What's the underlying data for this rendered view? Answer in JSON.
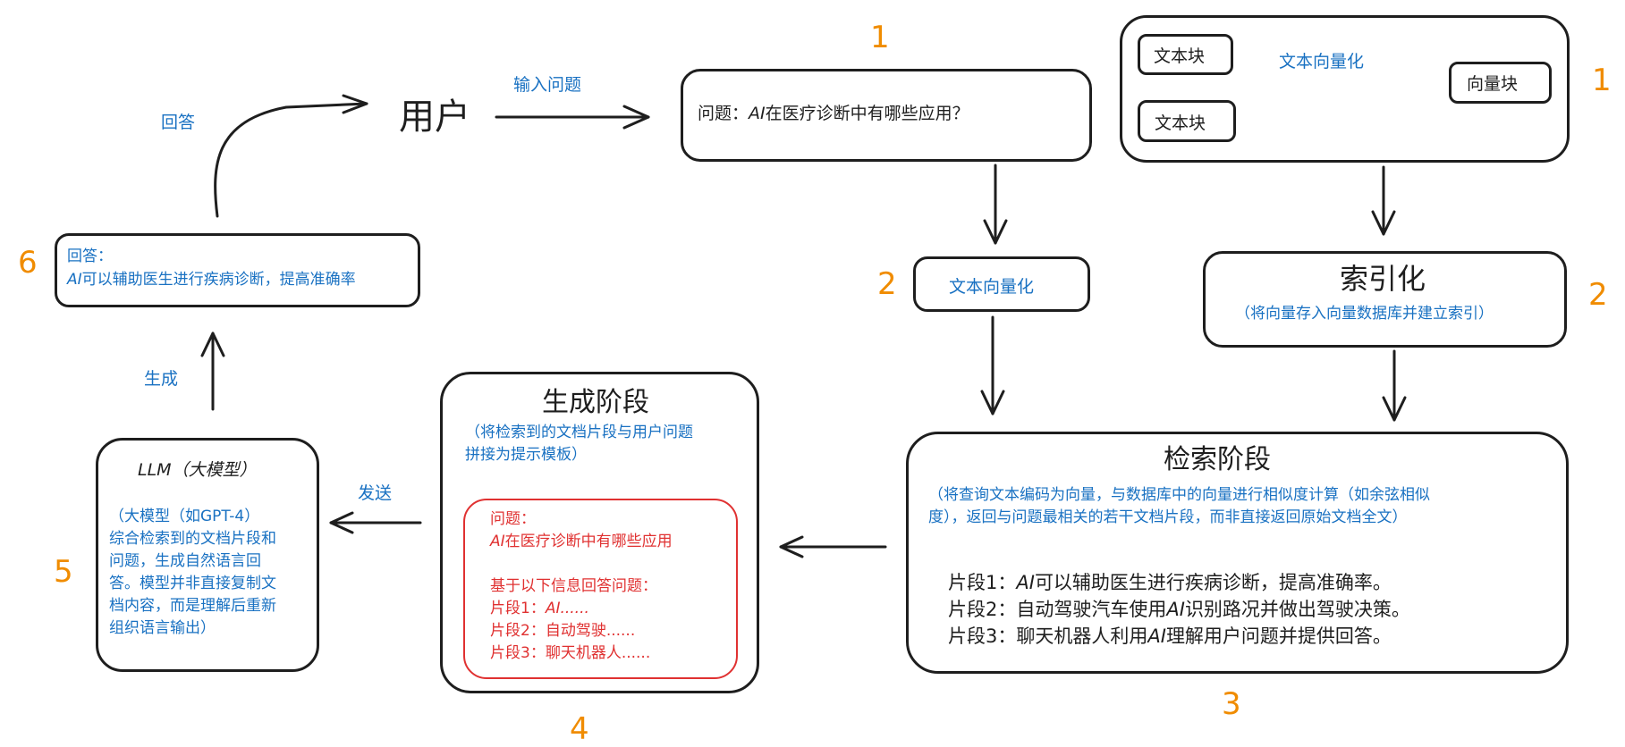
{
  "colors": {
    "stroke": "#1e1e1e",
    "blue": "#1971c2",
    "orange": "#f08c00",
    "red": "#e03131"
  },
  "user": {
    "label": "用户"
  },
  "edges": {
    "input_question": "输入问题",
    "answer": "回答",
    "generate": "生成",
    "send": "发送",
    "vectorize": "文本向量化"
  },
  "question_box": {
    "prefix": "问题：",
    "ai": "AI",
    "rest": "在医疗诊断中有哪些应用？"
  },
  "step_labels": {
    "question": "1",
    "indexing_top": "1",
    "vectorize": "2",
    "index": "2",
    "retrieval": "3",
    "generation": "4",
    "llm": "5",
    "answer": "6"
  },
  "indexing": {
    "chunk1": "文本块",
    "chunk2": "文本块",
    "arrow_label": "文本向量化",
    "vector_chunk": "向量块"
  },
  "vectorize_box": {
    "label": "文本向量化"
  },
  "index_box": {
    "title": "索引化",
    "desc": "（将向量存入向量数据库并建立索引）"
  },
  "retrieval": {
    "title": "检索阶段",
    "desc_line1": "（将查询文本编码为向量，与数据库中的向量进行相似度计算（如余弦相似",
    "desc_line2": "度），返回与问题最相关的若干文档片段，而非直接返回原始文档全文）",
    "fragments": [
      {
        "prefix": "片段1：",
        "ai": "AI",
        "rest": "可以辅助医生进行疾病诊断，提高准确率。"
      },
      {
        "prefix": "片段2：自动驾驶汽车使用",
        "ai": "AI",
        "rest": "识别路况并做出驾驶决策。"
      },
      {
        "prefix": "片段3：聊天机器人利用",
        "ai": "AI",
        "rest": "理解用户问题并提供回答。"
      }
    ]
  },
  "generation": {
    "title": "生成阶段",
    "desc_line1": "（将检索到的文档片段与用户问题",
    "desc_line2": "拼接为提示模板）",
    "prompt": {
      "q_label": "问题：",
      "q_ai": "AI",
      "q_rest": "在医疗诊断中有哪些应用",
      "instruction": "基于以下信息回答问题：",
      "frag1_prefix": "片段1：",
      "frag1_ai": "AI......",
      "frag2": "片段2：自动驾驶......",
      "frag3": "片段3：聊天机器人......"
    }
  },
  "llm": {
    "title": "LLM（大模型）",
    "lines": [
      "（大模型（如GPT-4）",
      "综合检索到的文档片段和",
      "问题，生成自然语言回",
      "答。模型并非直接复制文",
      "档内容，而是理解后重新",
      "组织语言输出）"
    ]
  },
  "answer_box": {
    "label": "回答：",
    "ai": "AI",
    "rest": "可以辅助医生进行疾病诊断，提高准确率"
  }
}
